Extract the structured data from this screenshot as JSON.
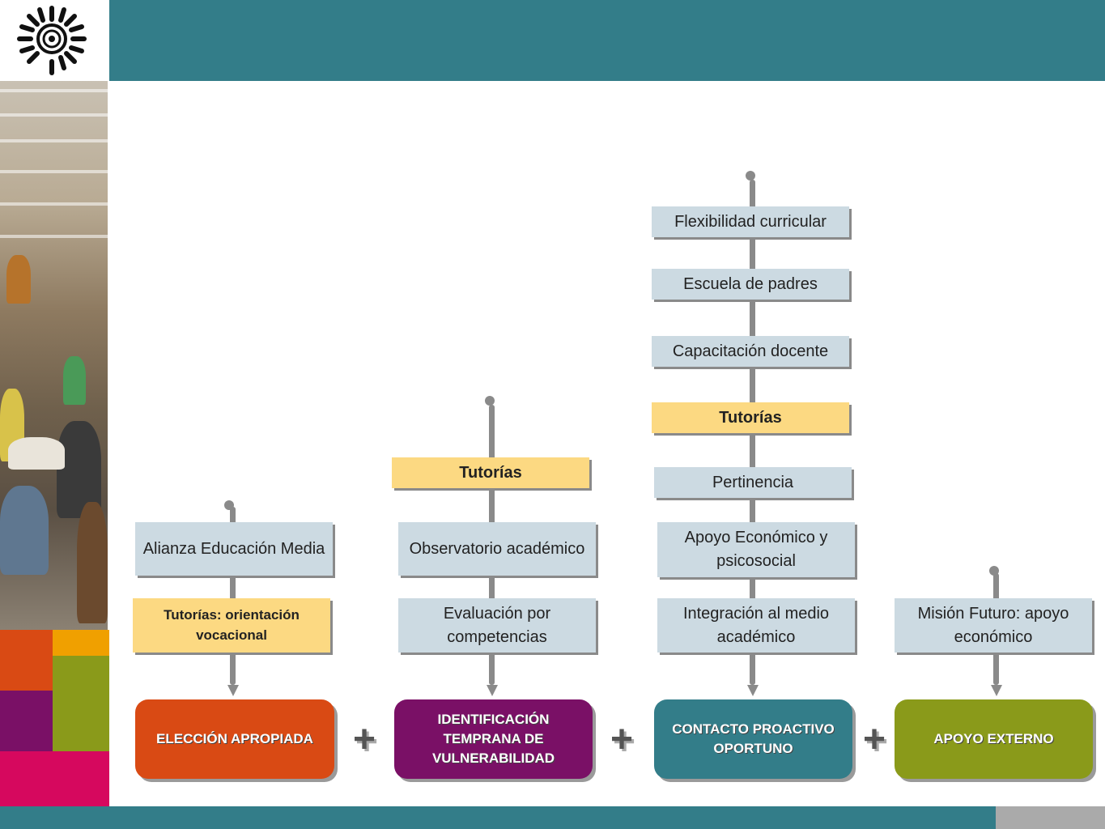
{
  "columns": [
    {
      "goal": {
        "label": "ELECCIÓN APROPIADA",
        "color": "#d94a14"
      },
      "items": [
        {
          "text": "Alianza Educación Media",
          "style": "blue"
        },
        {
          "text": "Tutorías: orientación vocacional",
          "style": "yellow"
        }
      ]
    },
    {
      "goal": {
        "label": "IDENTIFICACIÓN TEMPRANA DE VULNERABILIDAD",
        "color": "#7a1066"
      },
      "items": [
        {
          "text": "Tutorías",
          "style": "yellow"
        },
        {
          "text": "Observatorio académico",
          "style": "blue"
        },
        {
          "text": "Evaluación por competencias",
          "style": "blue"
        }
      ]
    },
    {
      "goal": {
        "label": "CONTACTO PROACTIVO OPORTUNO",
        "color": "#337d89"
      },
      "items": [
        {
          "text": "Flexibilidad curricular",
          "style": "blue"
        },
        {
          "text": "Escuela de padres",
          "style": "blue"
        },
        {
          "text": "Capacitación docente",
          "style": "blue"
        },
        {
          "text": "Tutorías",
          "style": "yellow"
        },
        {
          "text": "Pertinencia",
          "style": "blue"
        },
        {
          "text": "Apoyo Económico y psicosocial",
          "style": "blue"
        },
        {
          "text": "Integración al medio académico",
          "style": "blue"
        }
      ]
    },
    {
      "goal": {
        "label": "APOYO EXTERNO",
        "color": "#8a9a1a"
      },
      "items": [
        {
          "text": "Misión Futuro: apoyo económico",
          "style": "blue"
        }
      ]
    }
  ],
  "operators": [
    "+",
    "+",
    "+"
  ],
  "icons": {
    "logo": "sun-logo-icon"
  },
  "colors": {
    "header": "#337d89",
    "box_blue": "#ccdae2",
    "box_yellow": "#fcd982",
    "connector": "#8a8a8a"
  }
}
